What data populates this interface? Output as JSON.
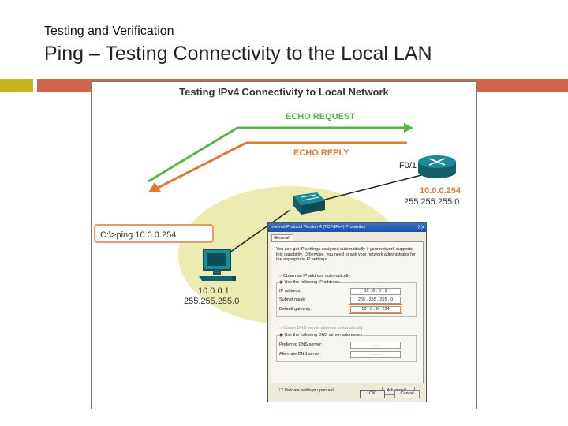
{
  "slide": {
    "subtitle": "Testing and Verification",
    "title": "Ping – Testing Connectivity to the Local LAN"
  },
  "figure": {
    "title": "Testing IPv4 Connectivity to Local Network",
    "echo_request": "ECHO REQUEST",
    "echo_reply": "ECHO REPLY",
    "router": {
      "interface": "F0/1",
      "ip": "10.0.0.254",
      "mask": "255.255.255.0"
    },
    "pc": {
      "ip": "10.0.0.1",
      "mask": "255.255.255.0"
    },
    "command": "C:\\>ping 10.0.0.254",
    "colors": {
      "echo_request": "#55b645",
      "echo_reply": "#e07a30",
      "lan_area": "#ececb2",
      "router": "#1a7f8c",
      "switch": "#1a7f8c",
      "pc": "#1a7f8c"
    }
  },
  "dialog": {
    "title": "Internet Protocol Version 4 (TCP/IPv4) Properties",
    "title_buttons": "? X",
    "tab": "General",
    "description": "You can get IP settings assigned automatically if your network supports this capability. Otherwise, you need to ask your network administrator for the appropriate IP settings.",
    "obtain_auto": "Obtain an IP address automatically",
    "use_following": "Use the following IP address:",
    "ip_label": "IP address:",
    "ip_value": "10 . 0 . 0 . 1",
    "mask_label": "Subnet mask:",
    "mask_value": "255 . 255 . 255 . 0",
    "gateway_label": "Default gateway:",
    "gateway_value": "10 . 0 . 0 . 254",
    "dns_auto": "Obtain DNS server address automatically",
    "dns_use_following": "Use the following DNS server addresses:",
    "preferred_dns_label": "Preferred DNS server:",
    "preferred_dns_value": ". . .",
    "alternate_dns_label": "Alternate DNS server:",
    "alternate_dns_value": ". . .",
    "validate_label": "Validate settings upon exit",
    "advanced_button": "Advanced...",
    "ok_button": "OK",
    "cancel_button": "Cancel"
  }
}
